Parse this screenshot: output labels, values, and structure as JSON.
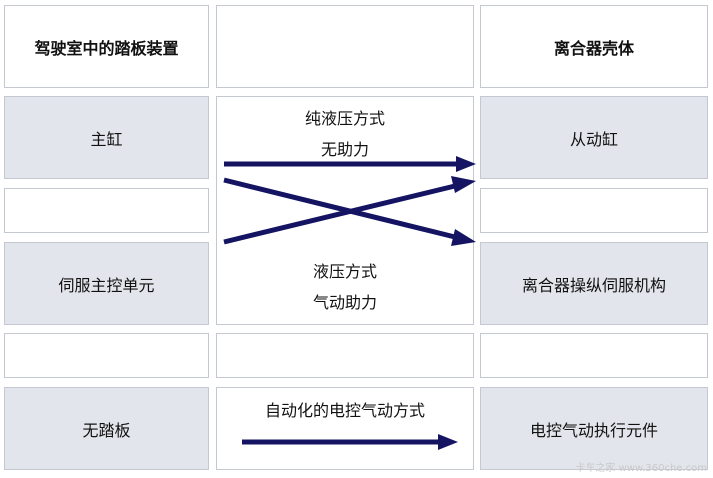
{
  "left": {
    "header": "驾驶室中的踏板装置",
    "row1": "主缸",
    "row2": "伺服主控单元",
    "row3": "无踏板"
  },
  "right": {
    "header": "离合器壳体",
    "row1": "从动缸",
    "row2": "离合器操纵伺服机构",
    "row3": "电控气动执行元件"
  },
  "middle": {
    "top_line1": "纯液压方式",
    "top_line2": "无助力",
    "bottom_line1": "液压方式",
    "bottom_line2": "气动助力",
    "auto_label": "自动化的电控气动方式"
  },
  "colors": {
    "arrow": "#141463",
    "gray_cell": "#e3e5ec",
    "border": "#c4c8d0"
  },
  "watermark": "卡车之家 www.360che.com"
}
